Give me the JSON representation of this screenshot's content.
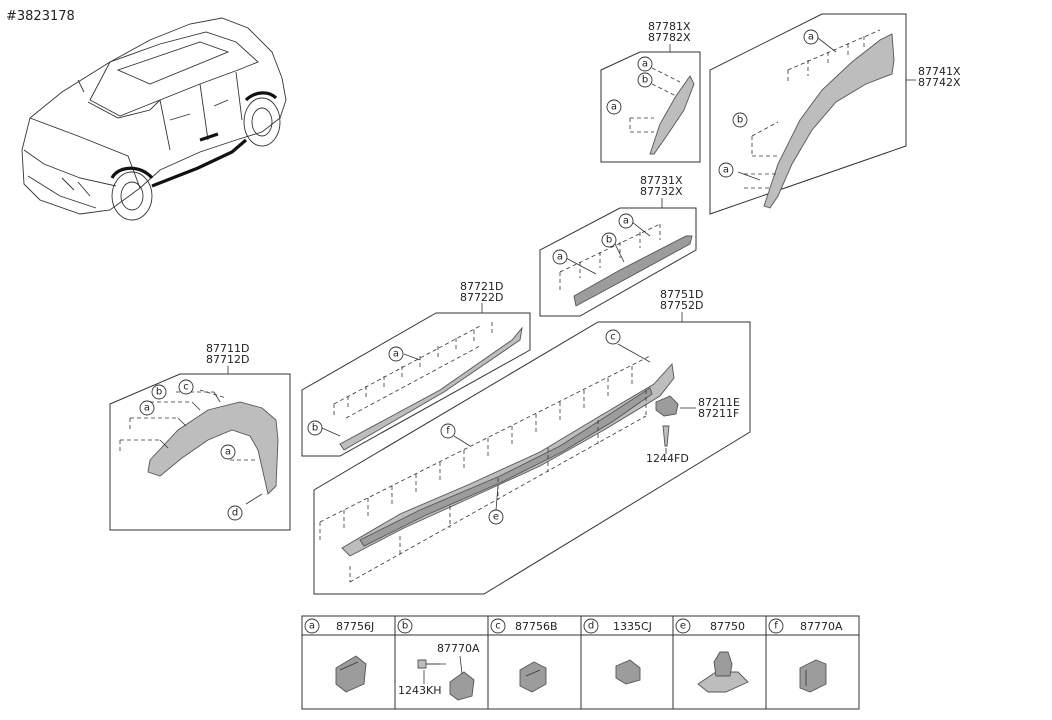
{
  "diagram_ref": "#3823178",
  "assemblies": {
    "wheel_arch_front": {
      "part_numbers": [
        "87711D",
        "87712D"
      ],
      "callouts": [
        "a",
        "b",
        "c",
        "a",
        "d"
      ]
    },
    "door_moulding_front": {
      "part_numbers": [
        "87721D",
        "87722D"
      ],
      "callouts": [
        "a",
        "b"
      ]
    },
    "door_moulding_rear": {
      "part_numbers": [
        "87731X",
        "87732X"
      ],
      "callouts": [
        "a",
        "a",
        "b"
      ]
    },
    "quarter_upper": {
      "part_numbers": [
        "87781X",
        "87782X"
      ],
      "callouts": [
        "a",
        "b",
        "a"
      ]
    },
    "wheel_arch_rear": {
      "part_numbers": [
        "87741X",
        "87742X"
      ],
      "callouts": [
        "a",
        "b",
        "a"
      ]
    },
    "side_sill": {
      "part_numbers": [
        "87751D",
        "87752D"
      ],
      "callouts": [
        "c",
        "f",
        "e"
      ]
    }
  },
  "extra_parts": {
    "bracket": [
      "87211E",
      "87211F"
    ],
    "screw": "1244FD"
  },
  "legend": [
    {
      "letter": "a",
      "part": "87756J"
    },
    {
      "letter": "b",
      "part": "",
      "sub_parts": [
        "87770A",
        "1243KH"
      ]
    },
    {
      "letter": "c",
      "part": "87756B"
    },
    {
      "letter": "d",
      "part": "1335CJ"
    },
    {
      "letter": "e",
      "part": "87750"
    },
    {
      "letter": "f",
      "part": "87770A"
    }
  ]
}
